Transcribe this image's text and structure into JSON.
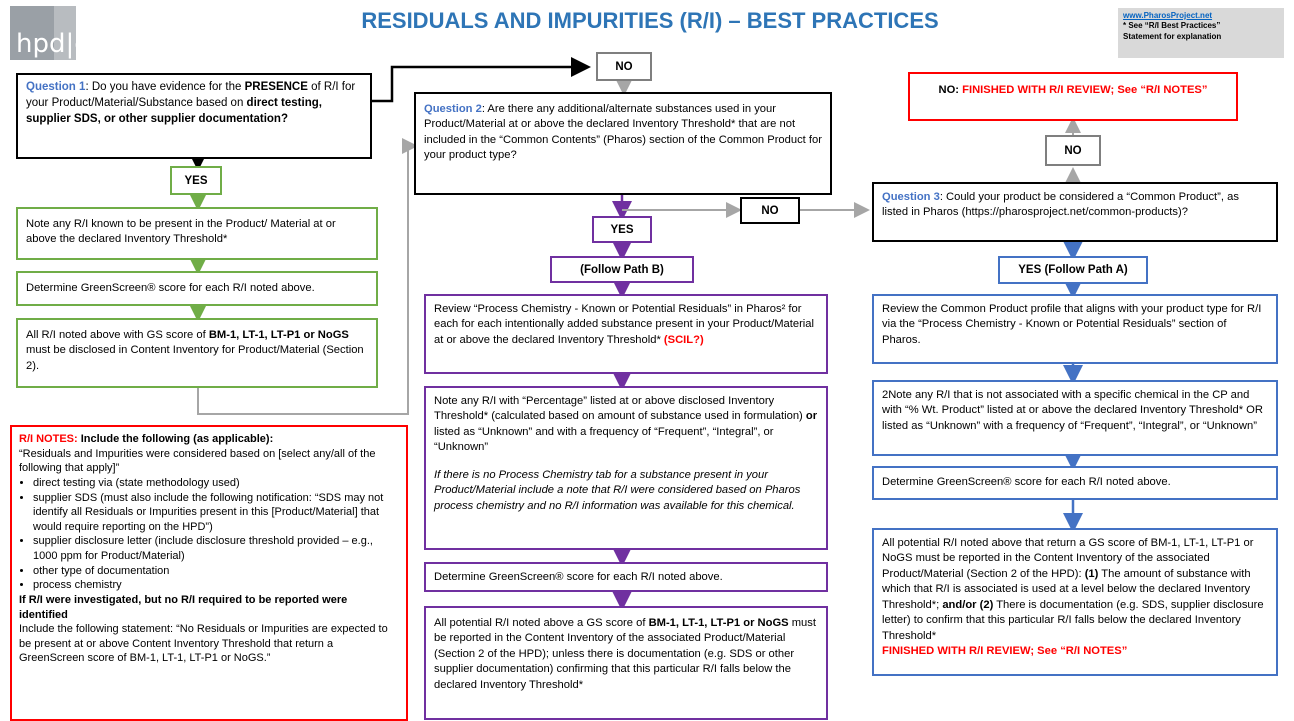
{
  "header": {
    "logo_text": "hpd|c",
    "title": "RESIDUALS AND IMPURITIES (R/I) – BEST PRACTICES",
    "link": "www.PharosProject.net",
    "note1": "* See “R/I Best Practices”",
    "note2": "Statement for explanation"
  },
  "labels": {
    "no_top": "NO",
    "yes1": "YES",
    "yes2": "YES",
    "no_mid": "NO",
    "follow_b": "(Follow Path B)",
    "no_right": "NO",
    "yes_a": "YES (Follow Path A)"
  },
  "q1": {
    "label": "Question 1",
    "t1": ":  Do you have evidence for the ",
    "b1": "PRESENCE",
    "t2": " of R/I for your Product/Material/Substance based on ",
    "b2": "direct testing, supplier SDS, or other supplier documentation?"
  },
  "green": {
    "g1": "Note any R/I known to be present in the Product/ Material at or above the declared Inventory Threshold*",
    "g2": "Determine GreenScreen® score for each R/I noted above.",
    "g3a": "All R/I noted above with GS score of ",
    "g3b": "BM-1, LT-1, LT-P1 or NoGS",
    "g3c": " must be disclosed in Content Inventory for Product/Material (Section 2)."
  },
  "q2": {
    "label": "Question 2",
    "text": ": Are there any additional/alternate substances used in your Product/Material at or above the declared Inventory Threshold* that are not included in the “Common Contents” (Pharos) section of the Common Product for your product type?"
  },
  "purple": {
    "p1a": "Review “Process Chemistry - Known or Potential Residuals” in Pharos² for each for each intentionally added substance present in your Product/Material at or above the declared Inventory Threshold* ",
    "p1b": "(SCIL?)",
    "p2a": "Note any R/I with “Percentage” listed at or above disclosed Inventory Threshold* (calculated based on amount of substance used in formulation) ",
    "p2b": "or",
    "p2c": " listed as “Unknown” and with a frequency of “Frequent”, “Integral”, or “Unknown”",
    "p2d": "If there is no Process Chemistry tab for a substance present in your Product/Material include a note that R/I were considered based on Pharos process chemistry and no R/I information was available for this chemical.",
    "p3": "Determine GreenScreen® score for each R/I noted above.",
    "p4a": "All potential R/I noted above a GS score of ",
    "p4b": "BM-1, LT-1, LT-P1 or NoGS",
    "p4c": " must be reported in the Content Inventory of the associated Product/Material (Section 2 of the HPD); unless there is documentation (e.g. SDS or other supplier documentation) confirming that this particular R/I falls below the declared Inventory Threshold*"
  },
  "finished_top": {
    "a": "NO: ",
    "b": "FINISHED WITH R/I REVIEW; See “R/I NOTES”"
  },
  "q3": {
    "label": "Question 3",
    "text": ": Could your product be considered a “Common Product”, as listed in Pharos (https://pharosproject.net/common-products)?"
  },
  "blue": {
    "b1": "Review the Common Product profile that aligns with your product type for R/I via the “Process Chemistry - Known or Potential Residuals” section of Pharos.",
    "b2": "2Note any R/I that is not associated with a specific chemical in the CP and with “% Wt. Product” listed at or above the declared Inventory Threshold* OR listed as “Unknown” with a frequency of “Frequent”, “Integral”, or “Unknown”",
    "b3": "Determine GreenScreen® score for each R/I noted above.",
    "b4a": "All potential R/I noted above that return a GS score of BM-1, LT-1, LT-P1 or NoGS must be reported in the Content Inventory of the associated Product/Material (Section 2 of the HPD): ",
    "b4b": "(1)",
    "b4c": " The amount of substance with which that R/I is associated is used at a level below the declared Inventory Threshold*; ",
    "b4d": "and/or (2)",
    "b4e": " There is documentation (e.g. SDS, supplier disclosure letter) to confirm that this particular R/I falls below the declared Inventory Threshold*",
    "b4f": "FINISHED WITH R/I REVIEW; See “R/I NOTES”"
  },
  "notes": {
    "heading": "R/I NOTES:",
    "heading_rest": " Include the following (as applicable):",
    "intro": "“Residuals and Impurities were considered based on [select any/all of the following that apply]”",
    "bullets": [
      "direct testing via (state methodology used)",
      "supplier SDS (must also include the following notification: “SDS may not identify all Residuals or Impurities present in this [Product/Material] that would require reporting on the HPD”)",
      "supplier disclosure letter (include disclosure threshold provided – e.g., 1000 ppm for Product/Material)",
      "other type of documentation",
      "process chemistry"
    ],
    "bold_line": "If R/I were investigated, but no R/I required to be reported were identified",
    "statement": "Include the following statement: “No Residuals or Impurities are expected to be present at or above Content Inventory Threshold that return a GreenScreen score of BM-1, LT-1, LT-P1 or NoGS.”"
  }
}
